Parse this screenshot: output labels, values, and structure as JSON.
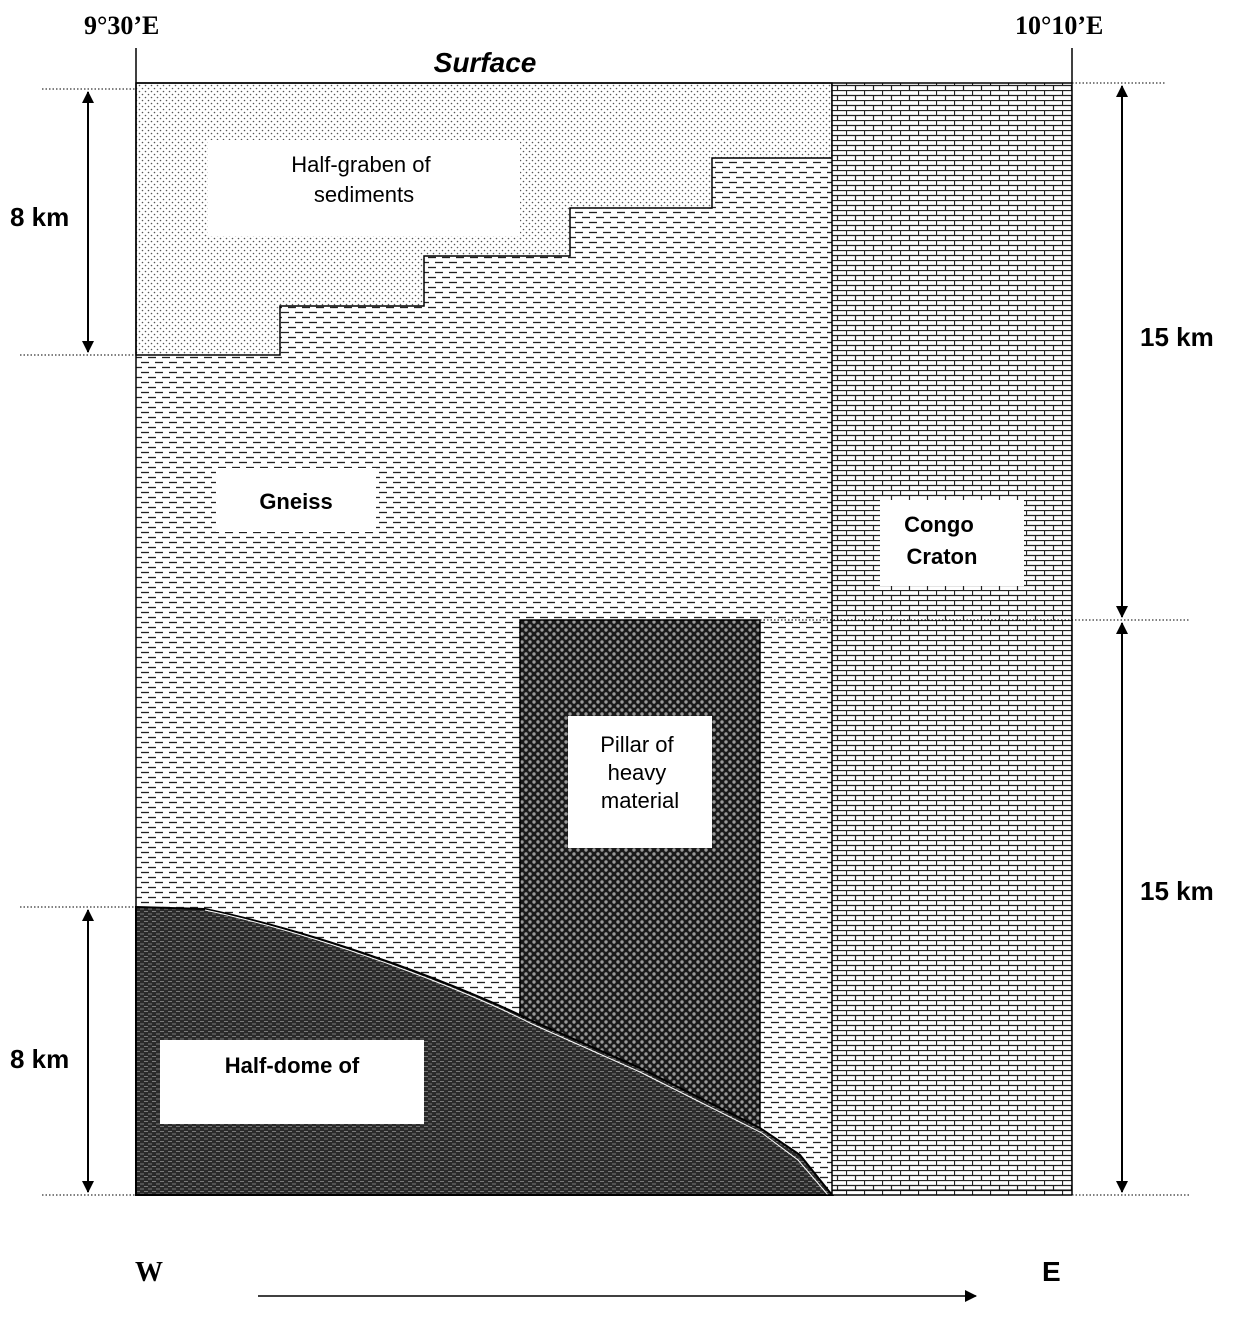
{
  "coords": {
    "west": "9°30’E",
    "east": "10°10’E"
  },
  "top_label": "Surface",
  "depth_labels": {
    "left_top": "8 km",
    "left_bottom": "8 km",
    "right_top": "15 km",
    "right_bottom": "15 km"
  },
  "units": {
    "sediments": {
      "lines": [
        "Half-graben of",
        "sediments"
      ]
    },
    "gneiss": {
      "label": "Gneiss"
    },
    "craton": {
      "lines": [
        "Congo",
        "Craton"
      ]
    },
    "pillar": {
      "lines": [
        "Pillar of",
        "heavy",
        "material"
      ]
    },
    "dome": {
      "label": "Half-dome of"
    }
  },
  "direction": {
    "west": "W",
    "east": "E"
  }
}
